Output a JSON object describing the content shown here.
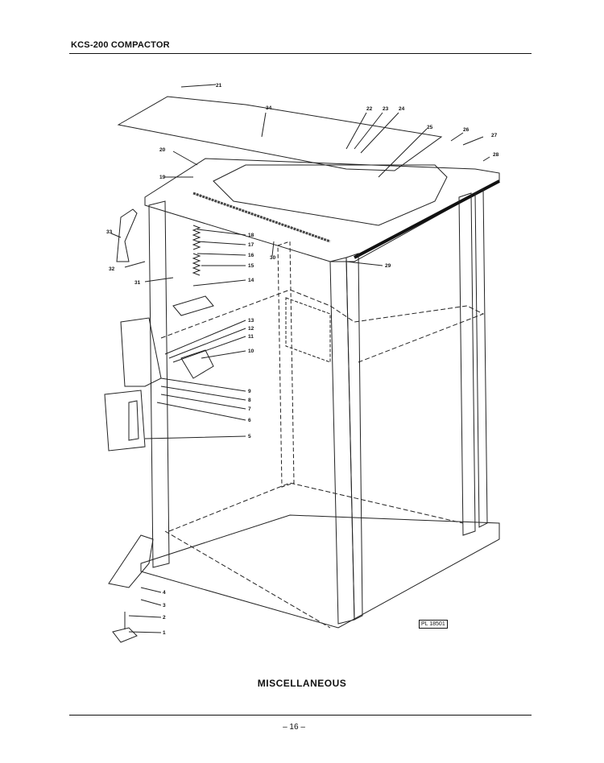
{
  "header": {
    "title": "KCS-200 COMPACTOR"
  },
  "caption": "MISCELLANEOUS",
  "plate_number": "PL 18501",
  "page_number": "– 16 –",
  "callouts": [
    "21",
    "34",
    "22",
    "23",
    "24",
    "25",
    "26",
    "27",
    "28",
    "20",
    "19",
    "33",
    "32",
    "31",
    "18",
    "17",
    "16",
    "15",
    "14",
    "30",
    "29",
    "13",
    "12",
    "11",
    "10",
    "9",
    "8",
    "7",
    "6",
    "5",
    "4",
    "3",
    "2",
    "1"
  ]
}
